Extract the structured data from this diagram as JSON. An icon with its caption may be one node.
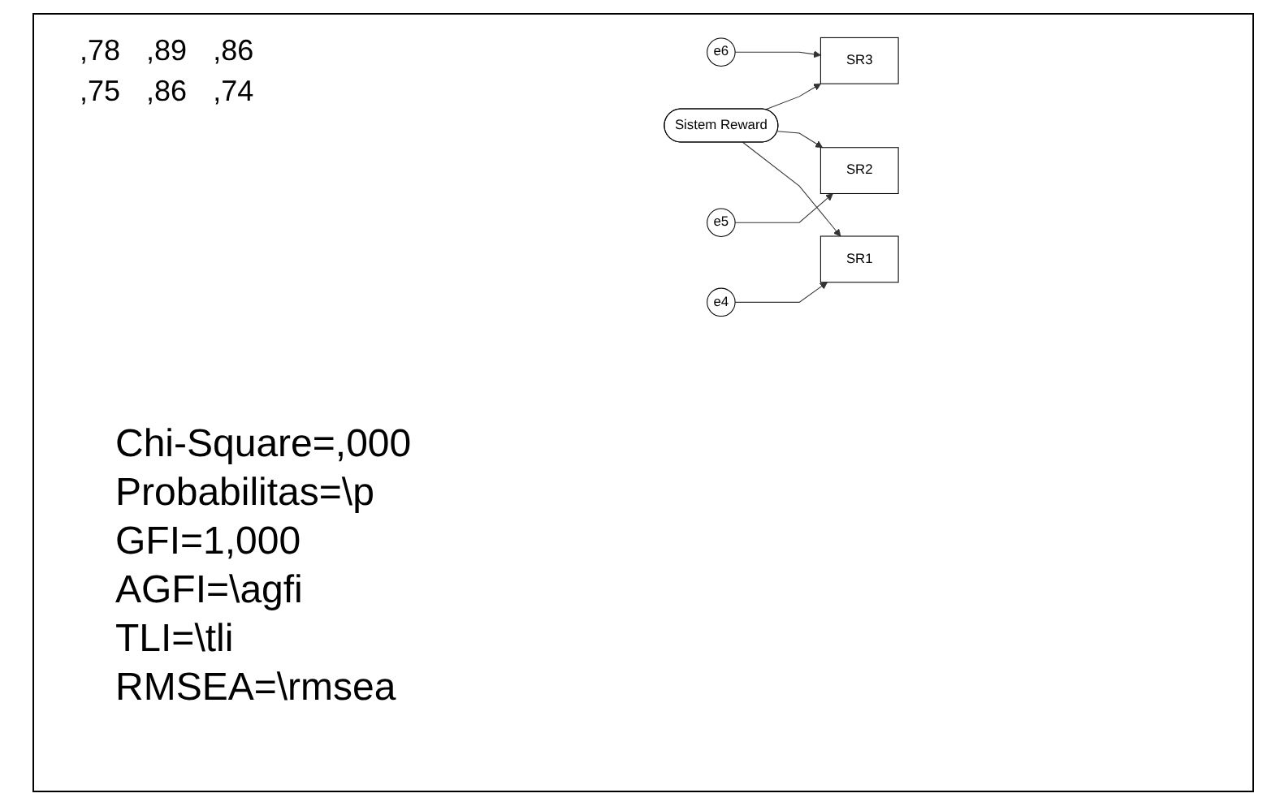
{
  "diagram": {
    "nodes": [
      {
        "text": [
          "Sistem Reward"
        ]
      },
      {
        "text": [
          "SR3"
        ]
      },
      {
        "text": [
          "SR2"
        ]
      },
      {
        "text": [
          "SR1"
        ]
      },
      {
        "text": [
          "e6"
        ]
      },
      {
        "text": [
          "e5"
        ]
      },
      {
        "text": [
          "e4"
        ]
      }
    ],
    "edges": [
      {
        "from": 0,
        "to": 1,
        "arrow": "to"
      },
      {
        "from": 0,
        "to": 2,
        "arrow": "to"
      },
      {
        "from": 0,
        "to": 3,
        "arrow": "to"
      },
      {
        "from": 4,
        "to": 1,
        "arrow": "to"
      },
      {
        "from": 5,
        "to": 2,
        "arrow": "to"
      },
      {
        "from": 6,
        "to": 3,
        "arrow": "to"
      }
    ],
    "labels": [
      ",78",
      ",89",
      ",86",
      ",75",
      ",86",
      ",74",
      "Chi-Square=,000",
      "Probabilitas=\\p",
      "GFI=1,000",
      "AGFI=\\agfi",
      "TLI=\\tli",
      "RMSEA=\\rmsea"
    ]
  }
}
